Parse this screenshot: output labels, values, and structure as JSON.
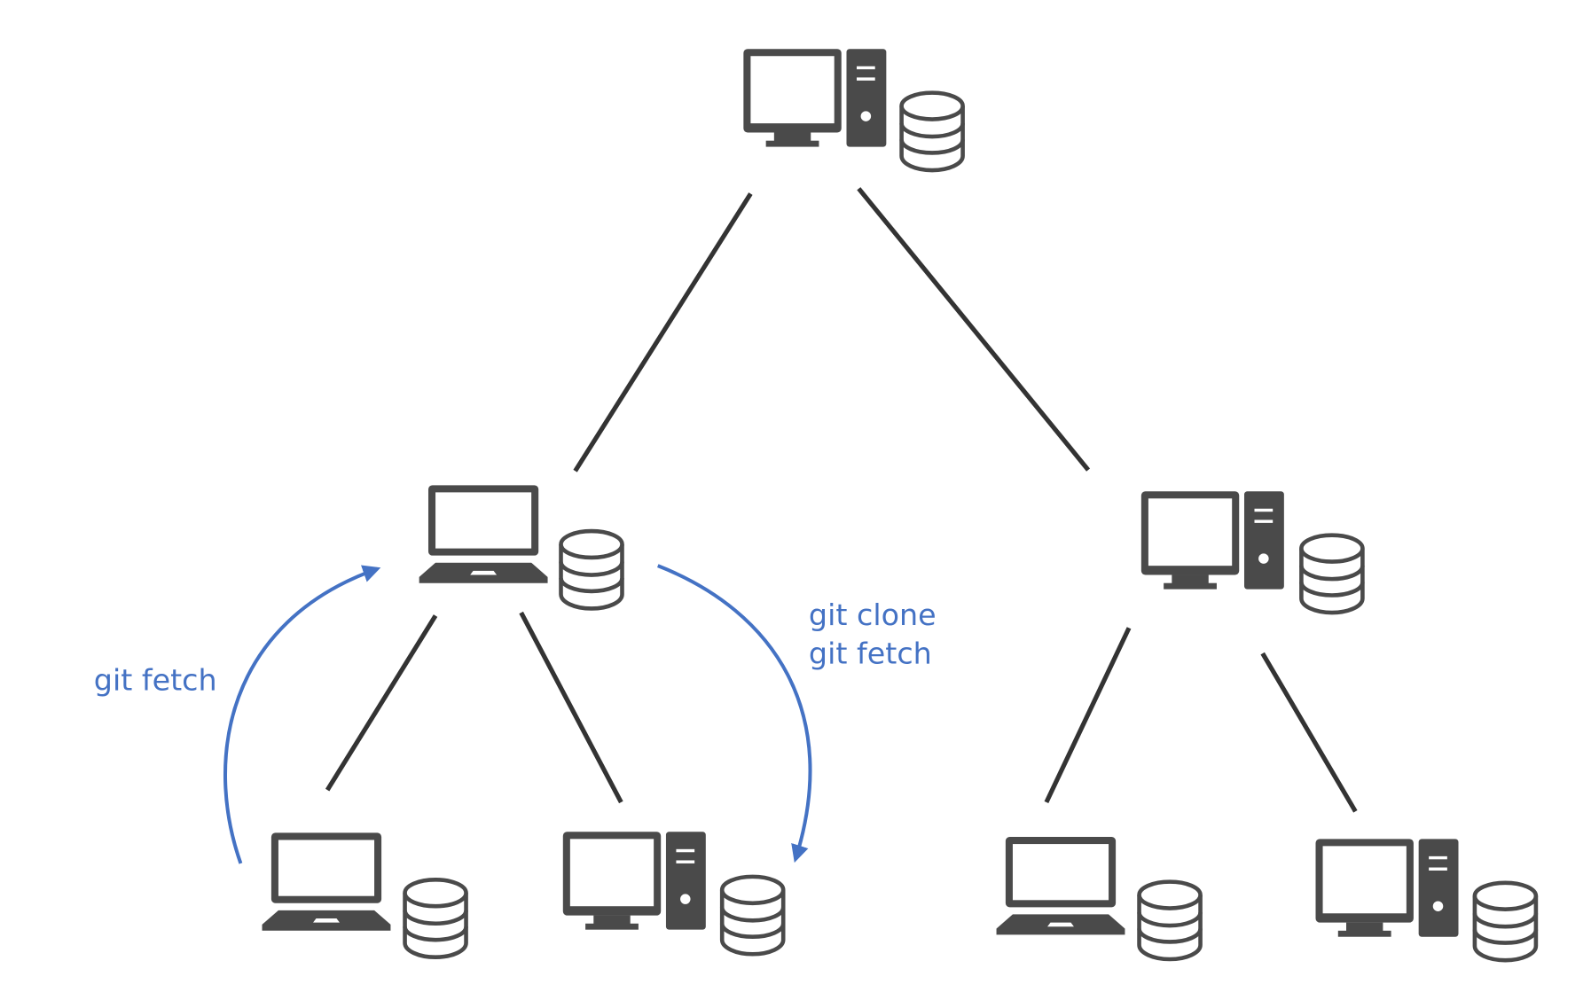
{
  "colors": {
    "icon": "#4a4a4a",
    "line": "#333333",
    "accent": "#4472c4",
    "background": "#ffffff"
  },
  "nodes": [
    {
      "id": "root",
      "icon": "desktop-icon",
      "repo": "database-icon"
    },
    {
      "id": "mid-left",
      "icon": "laptop-icon",
      "repo": "database-icon"
    },
    {
      "id": "mid-right",
      "icon": "desktop-icon",
      "repo": "database-icon"
    },
    {
      "id": "leaf-1",
      "icon": "laptop-icon",
      "repo": "database-icon"
    },
    {
      "id": "leaf-2",
      "icon": "desktop-icon",
      "repo": "database-icon"
    },
    {
      "id": "leaf-3",
      "icon": "laptop-icon",
      "repo": "database-icon"
    },
    {
      "id": "leaf-4",
      "icon": "desktop-icon",
      "repo": "database-icon"
    }
  ],
  "labels": {
    "left_arrow": "git fetch",
    "right_arrow_line1": "git clone",
    "right_arrow_line2": "git fetch"
  }
}
